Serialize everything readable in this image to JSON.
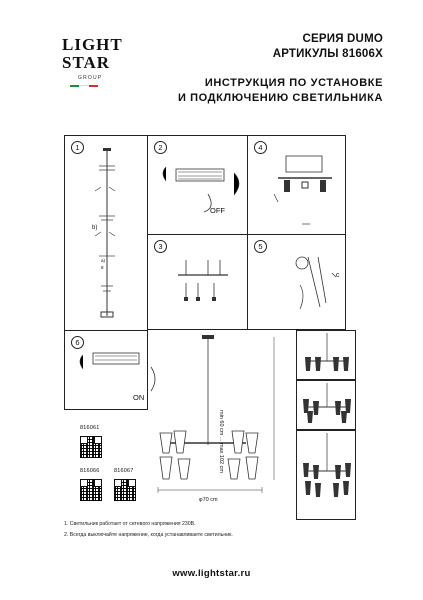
{
  "logo": {
    "line1": "LIGHT",
    "line2": "STAR",
    "group": "GROUP",
    "flag_colors": [
      "#1a8f3c",
      "#ffffff",
      "#d32f2f"
    ]
  },
  "header": {
    "series": "СЕРИЯ DUMO",
    "articles": "АРТИКУЛЫ 81606X",
    "instruction_line1": "ИНСТРУКЦИЯ ПО УСТАНОВКЕ",
    "instruction_line2": "И ПОДКЛЮЧЕНИЮ СВЕТИЛЬНИКА"
  },
  "steps": [
    {
      "num": "1",
      "labels": [
        "b)",
        "a)",
        "8"
      ]
    },
    {
      "num": "2",
      "labels": [
        "OFF"
      ]
    },
    {
      "num": "3",
      "labels": []
    },
    {
      "num": "4",
      "labels": []
    },
    {
      "num": "5",
      "labels": [
        "c"
      ]
    },
    {
      "num": "6",
      "labels": [
        "ON"
      ]
    }
  ],
  "dimensions": {
    "height": "min 60 cm ... max 102 cm",
    "diameter": "φ70 cm"
  },
  "article_codes": [
    "816061",
    "816066",
    "816067"
  ],
  "notes": [
    "1. Светильник работает от сетевого напряжения 230В.",
    "2. Всегда выключайте напряжение, когда устанавливаете светильник."
  ],
  "footer": {
    "url": "www.lightstar.ru"
  }
}
